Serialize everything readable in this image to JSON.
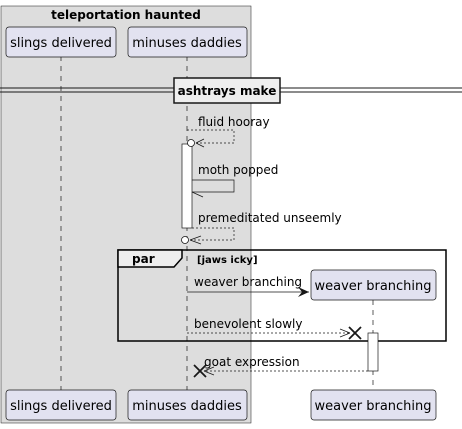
{
  "box": {
    "title": "teleportation haunted"
  },
  "participants": [
    {
      "id": "slings",
      "label": "slings delivered"
    },
    {
      "id": "minuses",
      "label": "minuses daddies"
    },
    {
      "id": "weaver",
      "label": "weaver branching"
    }
  ],
  "divider": {
    "label": "ashtrays make"
  },
  "messages": [
    {
      "label": "fluid hooray",
      "from": "minuses",
      "to": "minuses",
      "style": "dashed-self-return",
      "end": "circle"
    },
    {
      "label": "moth popped",
      "from": "minuses",
      "to": "minuses",
      "style": "solid-self"
    },
    {
      "label": "premeditated unseemly",
      "from": "minuses",
      "to": "minuses",
      "style": "dashed-self-return",
      "end": "circle"
    },
    {
      "label": "weaver branching",
      "from": "minuses",
      "to": "weaver",
      "style": "solid-create"
    },
    {
      "label": "benevolent slowly",
      "from": "minuses",
      "to": "weaver",
      "style": "dashed",
      "end": "destroy"
    },
    {
      "label": "goat expression",
      "from": "weaver",
      "to": "minuses",
      "style": "dashed",
      "end": "destroy"
    }
  ],
  "fragment": {
    "keyword": "par",
    "condition": "[jaws icky]"
  },
  "colors": {
    "participant_fill": "#E2E2F0",
    "participant_border": "#181818",
    "box_fill": "#DDDDDD",
    "line": "#181818",
    "lifeline": "#181818"
  }
}
